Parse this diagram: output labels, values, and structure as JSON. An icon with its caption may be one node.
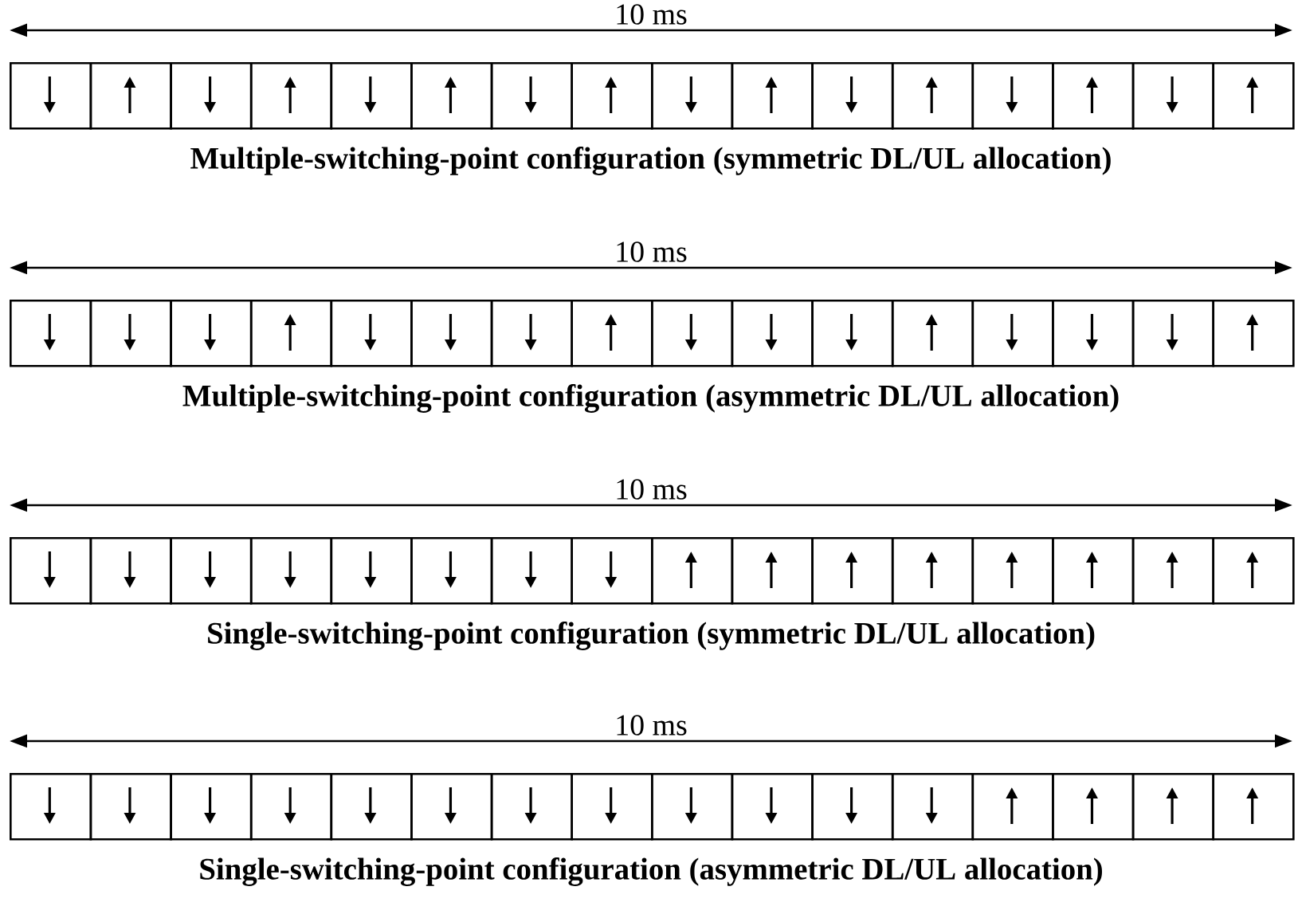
{
  "diagram": {
    "nodes": [
      {
        "text": [],
        "shape": "box"
      },
      {
        "text": [],
        "shape": "box"
      },
      {
        "text": [],
        "shape": "box"
      },
      {
        "text": [],
        "shape": "box"
      },
      {
        "text": [],
        "shape": "box"
      },
      {
        "text": [],
        "shape": "box"
      },
      {
        "text": [],
        "shape": "box"
      },
      {
        "text": [],
        "shape": "box"
      },
      {
        "text": [],
        "shape": "box"
      },
      {
        "text": [],
        "shape": "box"
      },
      {
        "text": [],
        "shape": "box"
      },
      {
        "text": [],
        "shape": "box"
      },
      {
        "text": [],
        "shape": "box"
      },
      {
        "text": [],
        "shape": "box"
      },
      {
        "text": [],
        "shape": "box"
      },
      {
        "text": [],
        "shape": "box"
      },
      {
        "text": [],
        "shape": "box"
      },
      {
        "text": [],
        "shape": "box"
      },
      {
        "text": [],
        "shape": "box"
      },
      {
        "text": [],
        "shape": "box"
      },
      {
        "text": [],
        "shape": "box"
      },
      {
        "text": [],
        "shape": "box"
      },
      {
        "text": [],
        "shape": "box"
      },
      {
        "text": [],
        "shape": "box"
      },
      {
        "text": [],
        "shape": "box"
      },
      {
        "text": [],
        "shape": "box"
      },
      {
        "text": [],
        "shape": "box"
      },
      {
        "text": [],
        "shape": "box"
      },
      {
        "text": [],
        "shape": "box"
      },
      {
        "text": [],
        "shape": "box"
      },
      {
        "text": [],
        "shape": "box"
      },
      {
        "text": [],
        "shape": "box"
      },
      {
        "text": [],
        "shape": "box"
      },
      {
        "text": [],
        "shape": "box"
      },
      {
        "text": [],
        "shape": "box"
      },
      {
        "text": [],
        "shape": "box"
      },
      {
        "text": [],
        "shape": "box"
      },
      {
        "text": [],
        "shape": "box"
      },
      {
        "text": [],
        "shape": "box"
      },
      {
        "text": [],
        "shape": "box"
      },
      {
        "text": [],
        "shape": "box"
      },
      {
        "text": [],
        "shape": "box"
      },
      {
        "text": [],
        "shape": "box"
      },
      {
        "text": [],
        "shape": "box"
      },
      {
        "text": [],
        "shape": "box"
      },
      {
        "text": [],
        "shape": "box"
      },
      {
        "text": [],
        "shape": "box"
      },
      {
        "text": [],
        "shape": "box"
      },
      {
        "text": [],
        "shape": "box"
      },
      {
        "text": [],
        "shape": "box"
      },
      {
        "text": [],
        "shape": "box"
      },
      {
        "text": [],
        "shape": "box"
      },
      {
        "text": [],
        "shape": "box"
      },
      {
        "text": [],
        "shape": "box"
      },
      {
        "text": [],
        "shape": "box"
      },
      {
        "text": [],
        "shape": "box"
      },
      {
        "text": [],
        "shape": "box"
      },
      {
        "text": [],
        "shape": "box"
      },
      {
        "text": [],
        "shape": "box"
      },
      {
        "text": [],
        "shape": "box"
      },
      {
        "text": [],
        "shape": "box"
      },
      {
        "text": [],
        "shape": "box"
      },
      {
        "text": [],
        "shape": "box"
      },
      {
        "text": [],
        "shape": "box"
      }
    ],
    "labels": [
      "10 ms",
      "Multiple-switching-point configuration (symmetric DL/UL allocation)",
      "10 ms",
      "Multiple-switching-point configuration (asymmetric DL/UL allocation)",
      "10 ms",
      "Single-switching-point configuration (symmetric DL/UL allocation)",
      "10 ms",
      "Single-switching-point configuration (asymmetric DL/UL allocation)"
    ]
  }
}
